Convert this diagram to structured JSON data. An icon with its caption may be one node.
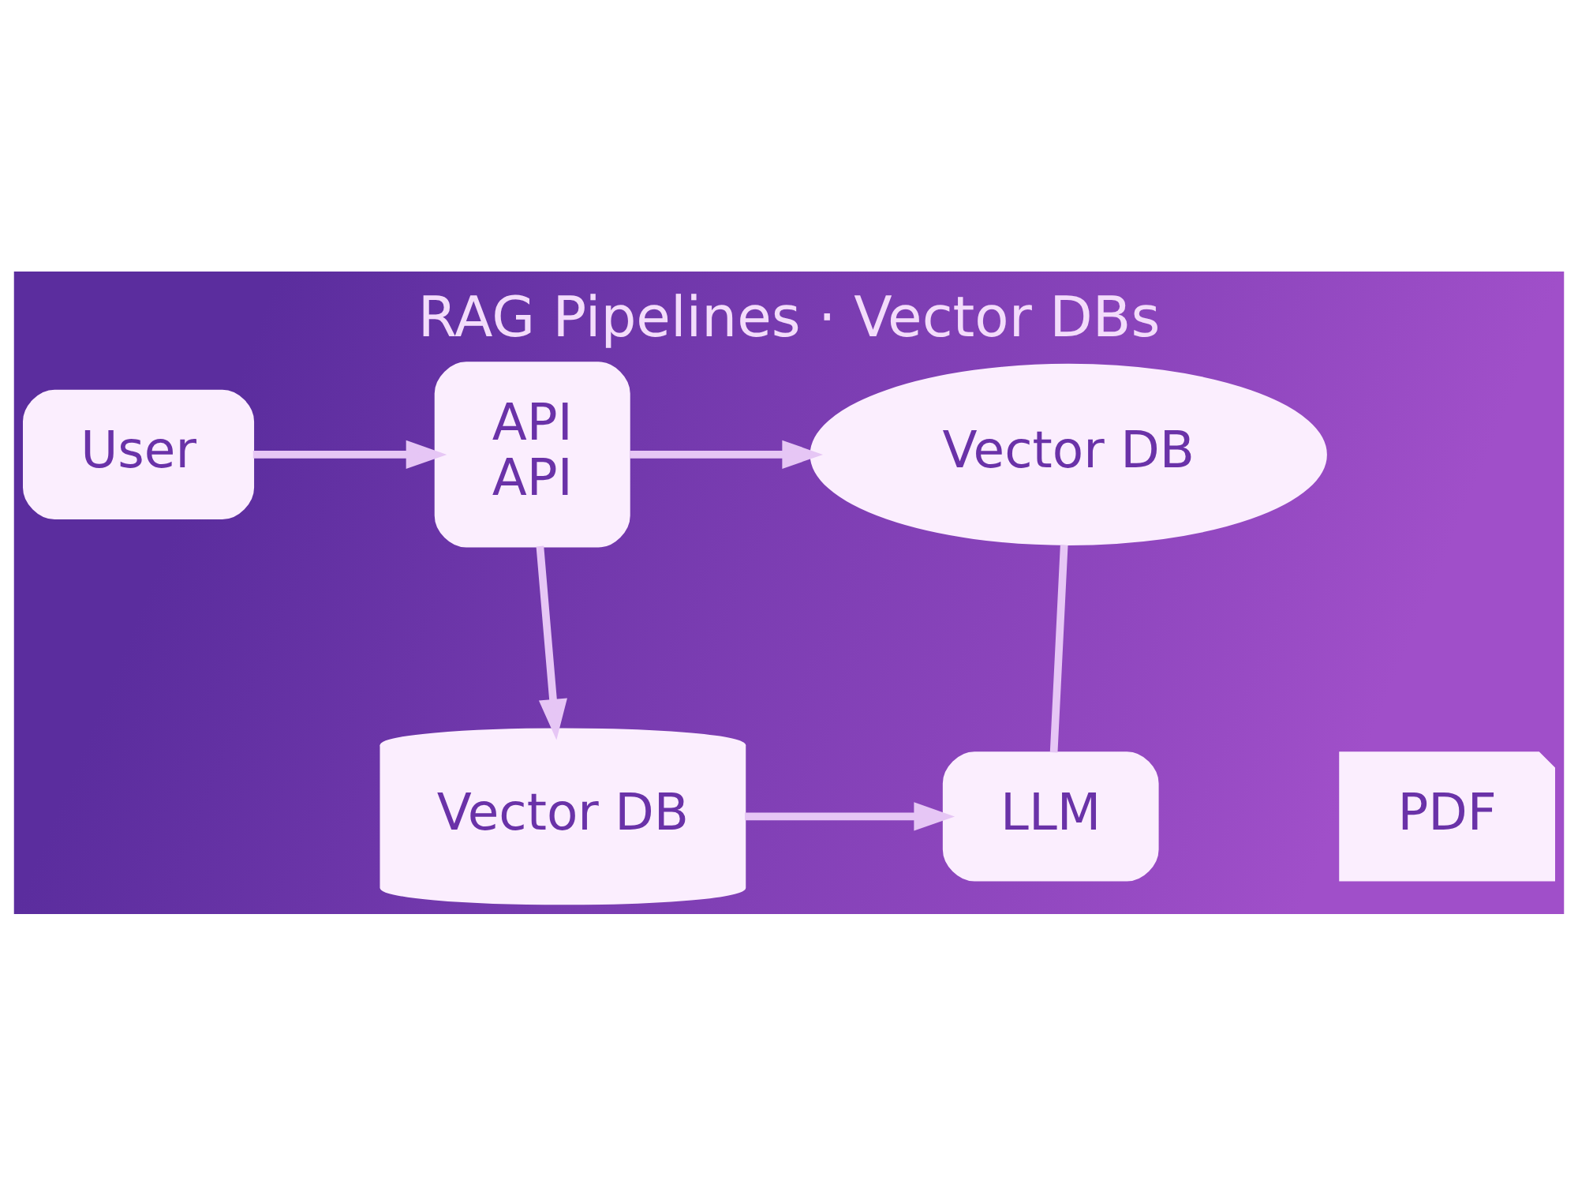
{
  "diagram": {
    "title": "RAG Pipelines · Vector DBs",
    "nodes": [
      {
        "text": [
          "User"
        ]
      },
      {
        "text": [
          "API",
          "API"
        ]
      },
      {
        "text": [
          "Vector DB"
        ]
      },
      {
        "text": [
          "PDF"
        ]
      },
      {
        "text": [
          "Vector DB"
        ]
      },
      {
        "text": [
          "LLM"
        ]
      }
    ],
    "edges": [
      {
        "from": 0,
        "to": 1,
        "arrow": "to"
      },
      {
        "from": 1,
        "to": 2,
        "arrow": "to"
      },
      {
        "from": 1,
        "to": 4,
        "arrow": "to"
      },
      {
        "from": 2,
        "to": 5,
        "arrow": "none"
      },
      {
        "from": 4,
        "to": 5,
        "arrow": "to"
      }
    ]
  }
}
